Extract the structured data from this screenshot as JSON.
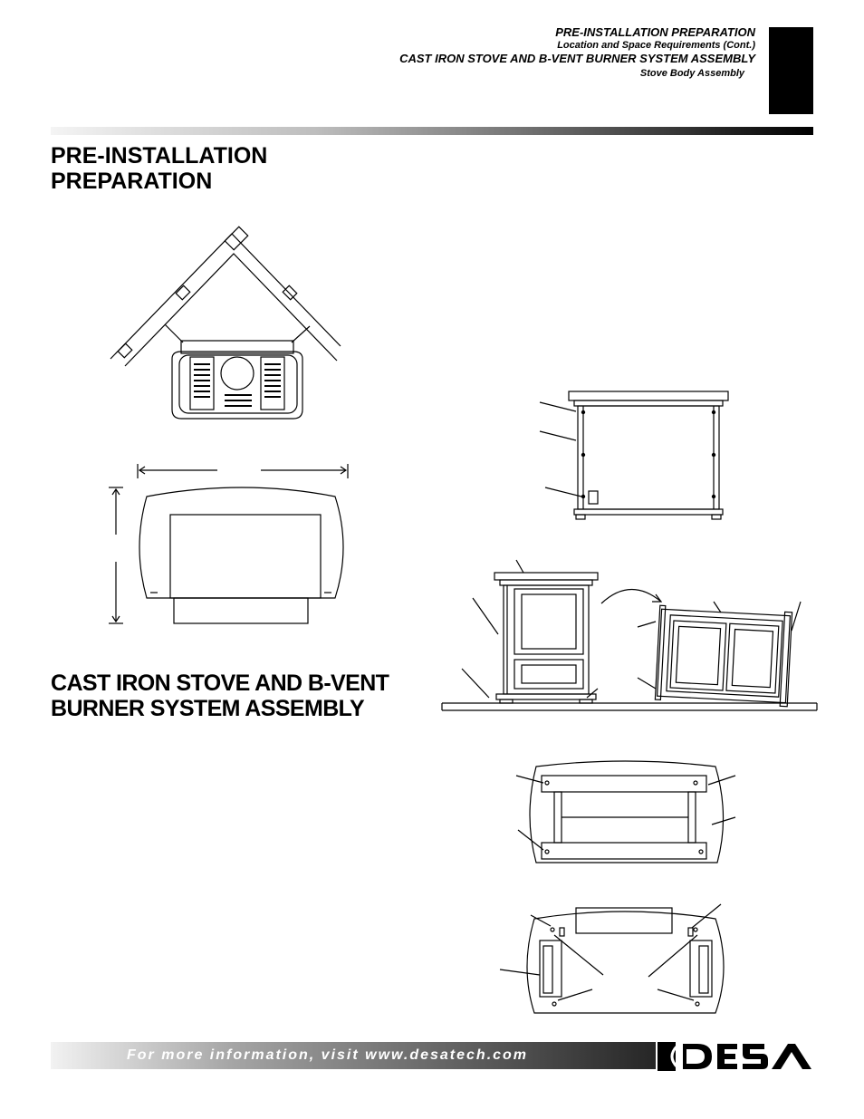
{
  "header": {
    "line1": "PRE-INSTALLATION PREPARATION",
    "line2": "Location and Space Requirements (Cont.)",
    "line3": "CAST IRON STOVE AND B-VENT BURNER SYSTEM ASSEMBLY",
    "line4": "Stove Body Assembly"
  },
  "headings": {
    "section1_line1": "PRE-INSTALLATION",
    "section1_line2": "PREPARATION",
    "section2_line1": "CAST IRON STOVE AND B-VENT",
    "section2_line2": "BURNER SYSTEM ASSEMBLY"
  },
  "footer": {
    "text": "For more information, visit www.desatech.com",
    "logo_text": "DESA"
  },
  "colors": {
    "black": "#000000",
    "footer_gradient_dark": "#262626"
  }
}
